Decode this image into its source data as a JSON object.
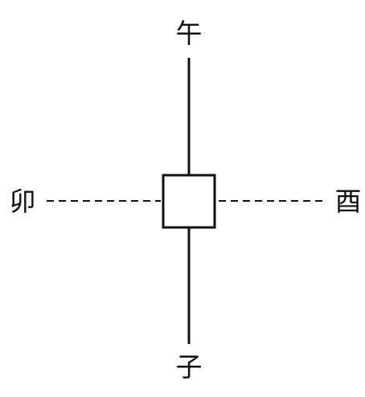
{
  "diagram": {
    "labels": {
      "top": "午",
      "bottom": "子",
      "left": "卯",
      "right": "酉"
    },
    "colors": {
      "line": "#111111",
      "background": "#ffffff"
    }
  }
}
